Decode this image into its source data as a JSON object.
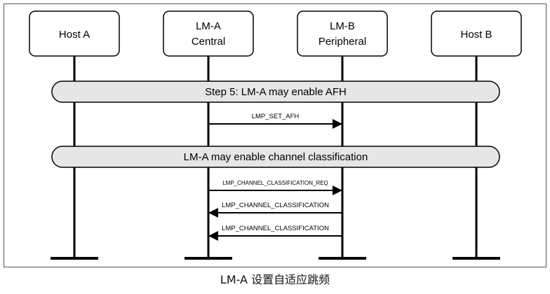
{
  "participants": [
    {
      "id": "host-a",
      "lines": [
        "Host A"
      ]
    },
    {
      "id": "lm-a",
      "lines": [
        "LM-A",
        "Central"
      ]
    },
    {
      "id": "lm-b",
      "lines": [
        "LM-B",
        "Peripheral"
      ]
    },
    {
      "id": "host-b",
      "lines": [
        "Host B"
      ]
    }
  ],
  "bands": [
    {
      "label": "Step 5: LM-A may enable AFH"
    },
    {
      "label": "LM-A may enable channel classification"
    }
  ],
  "messages": [
    {
      "label": "LMP_SET_AFH",
      "from": "lm-a",
      "to": "lm-b"
    },
    {
      "label": "LMP_CHANNEL_CLASSIFICATION_REQ",
      "from": "lm-a",
      "to": "lm-b"
    },
    {
      "label": "LMP_CHANNEL_CLASSIFICATION",
      "from": "lm-b",
      "to": "lm-a"
    },
    {
      "label": "LMP_CHANNEL_CLASSIFICATION",
      "from": "lm-b",
      "to": "lm-a"
    }
  ],
  "caption": "LM-A 设置自适应跳频",
  "colors": {
    "band_fill": "#e6e6e6",
    "stroke": "#000000",
    "frame": "#555555"
  }
}
